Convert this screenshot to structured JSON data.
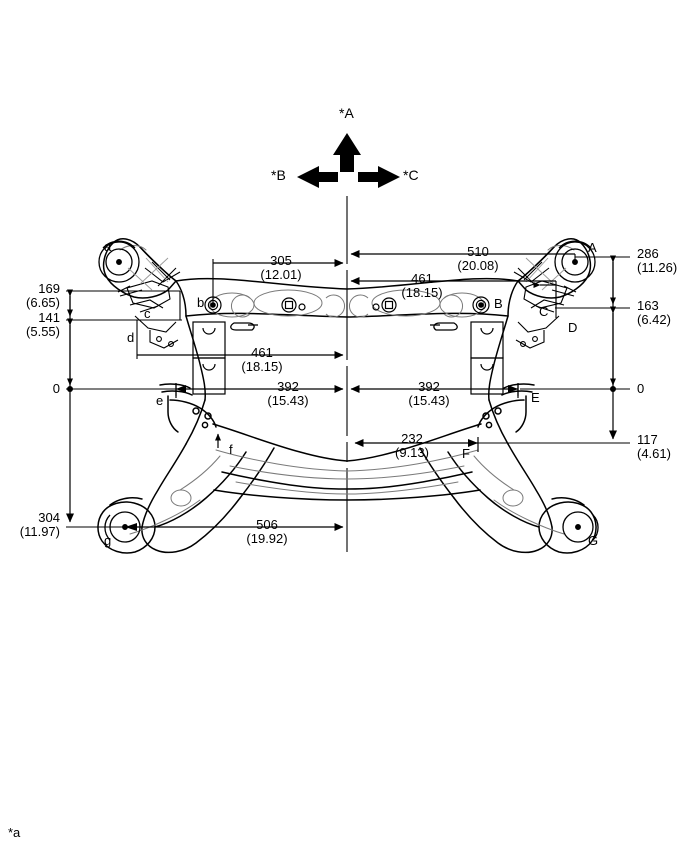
{
  "figure": {
    "type": "engineering-dimension-drawing",
    "subject": "front suspension crossmember / subframe assembly",
    "units_note": "values in mm with inches in parentheses",
    "footnote_label": "*a",
    "direction_markers": [
      {
        "id": "A",
        "label": "*A",
        "direction": "up"
      },
      {
        "id": "B",
        "label": "*B",
        "direction": "left"
      },
      {
        "id": "C",
        "label": "*C",
        "direction": "right"
      }
    ],
    "point_labels_lower": [
      "a",
      "b",
      "c",
      "d",
      "e",
      "f",
      "g"
    ],
    "point_labels_upper": [
      "A",
      "B",
      "C",
      "D",
      "E",
      "F",
      "G"
    ],
    "vertical_dimensions_left": [
      {
        "value": "169",
        "alt": "(6.65)"
      },
      {
        "value": "141",
        "alt": "(5.55)"
      },
      {
        "value": "0",
        "alt": ""
      },
      {
        "value": "304",
        "alt": "(11.97)"
      }
    ],
    "vertical_dimensions_right": [
      {
        "value": "286",
        "alt": "(11.26)"
      },
      {
        "value": "163",
        "alt": "(6.42)"
      },
      {
        "value": "0",
        "alt": ""
      },
      {
        "value": "117",
        "alt": "(4.61)"
      }
    ],
    "horizontal_dimensions": [
      {
        "value": "305",
        "alt": "(12.01)"
      },
      {
        "value": "510",
        "alt": "(20.08)"
      },
      {
        "value": "461",
        "alt": "(18.15)"
      },
      {
        "value": "461",
        "alt": "(18.15)"
      },
      {
        "value": "392",
        "alt": "(15.43)"
      },
      {
        "value": "392",
        "alt": "(15.43)"
      },
      {
        "value": "232",
        "alt": "(9.13)"
      },
      {
        "value": "506",
        "alt": "(19.92)"
      }
    ]
  },
  "labels": {
    "dir_a": "*A",
    "dir_b": "*B",
    "dir_c": "*C",
    "footnote": "*a",
    "pt_a": "a",
    "pt_b": "b",
    "pt_c": "c",
    "pt_d": "d",
    "pt_e": "e",
    "pt_f": "f",
    "pt_g": "g",
    "pt_A": "A",
    "pt_B": "B",
    "pt_C": "C",
    "pt_D": "D",
    "pt_E": "E",
    "pt_F": "F",
    "pt_G": "G"
  },
  "dims": {
    "v_left_169": "169",
    "v_left_169_in": "(6.65)",
    "v_left_141": "141",
    "v_left_141_in": "(5.55)",
    "v_left_0": "0",
    "v_left_304": "304",
    "v_left_304_in": "(11.97)",
    "v_right_286": "286",
    "v_right_286_in": "(11.26)",
    "v_right_163": "163",
    "v_right_163_in": "(6.42)",
    "v_right_0": "0",
    "v_right_117": "117",
    "v_right_117_in": "(4.61)",
    "h_305": "305",
    "h_305_in": "(12.01)",
    "h_510": "510",
    "h_510_in": "(20.08)",
    "h_461a": "461",
    "h_461a_in": "(18.15)",
    "h_461b": "461",
    "h_461b_in": "(18.15)",
    "h_392l": "392",
    "h_392l_in": "(15.43)",
    "h_392r": "392",
    "h_392r_in": "(15.43)",
    "h_232": "232",
    "h_232_in": "(9.13)",
    "h_506": "506",
    "h_506_in": "(19.92)"
  }
}
